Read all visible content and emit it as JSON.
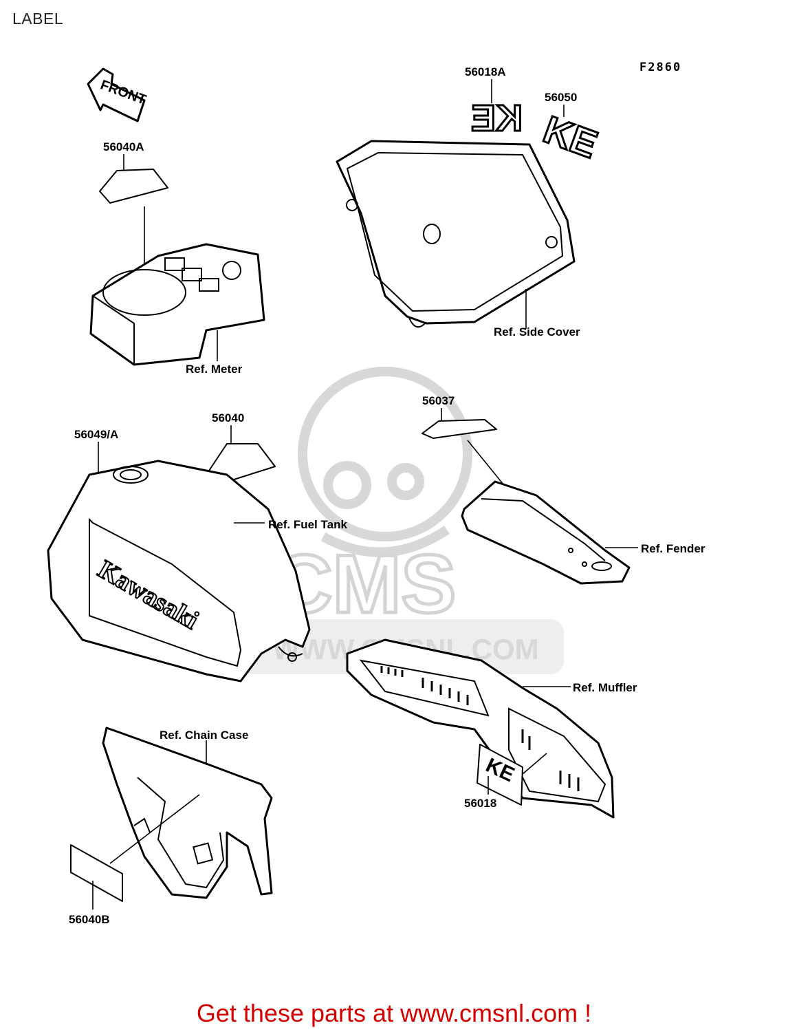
{
  "page": {
    "title": "LABEL"
  },
  "diagram": {
    "figure_code": "F2860",
    "front_arrow_text": "FRONT",
    "watermark_text": "CMS",
    "watermark_url": "WWW.CMSNL.COM",
    "tank_decal_text": "Kawasaki",
    "ke_decal_text": "KE",
    "parts": {
      "p56040A": "56040A",
      "p56018A": "56018A",
      "p56050": "56050",
      "p56040": "56040",
      "p56049A": "56049/A",
      "p56037": "56037",
      "p56018": "56018",
      "p56040B": "56040B"
    },
    "refs": {
      "meter": "Ref. Meter",
      "side_cover": "Ref. Side Cover",
      "fuel_tank": "Ref. Fuel Tank",
      "fender": "Ref. Fender",
      "muffler": "Ref. Muffler",
      "chain_case": "Ref. Chain Case"
    }
  },
  "footer": {
    "text": "Get these parts at www.cmsnl.com !"
  }
}
